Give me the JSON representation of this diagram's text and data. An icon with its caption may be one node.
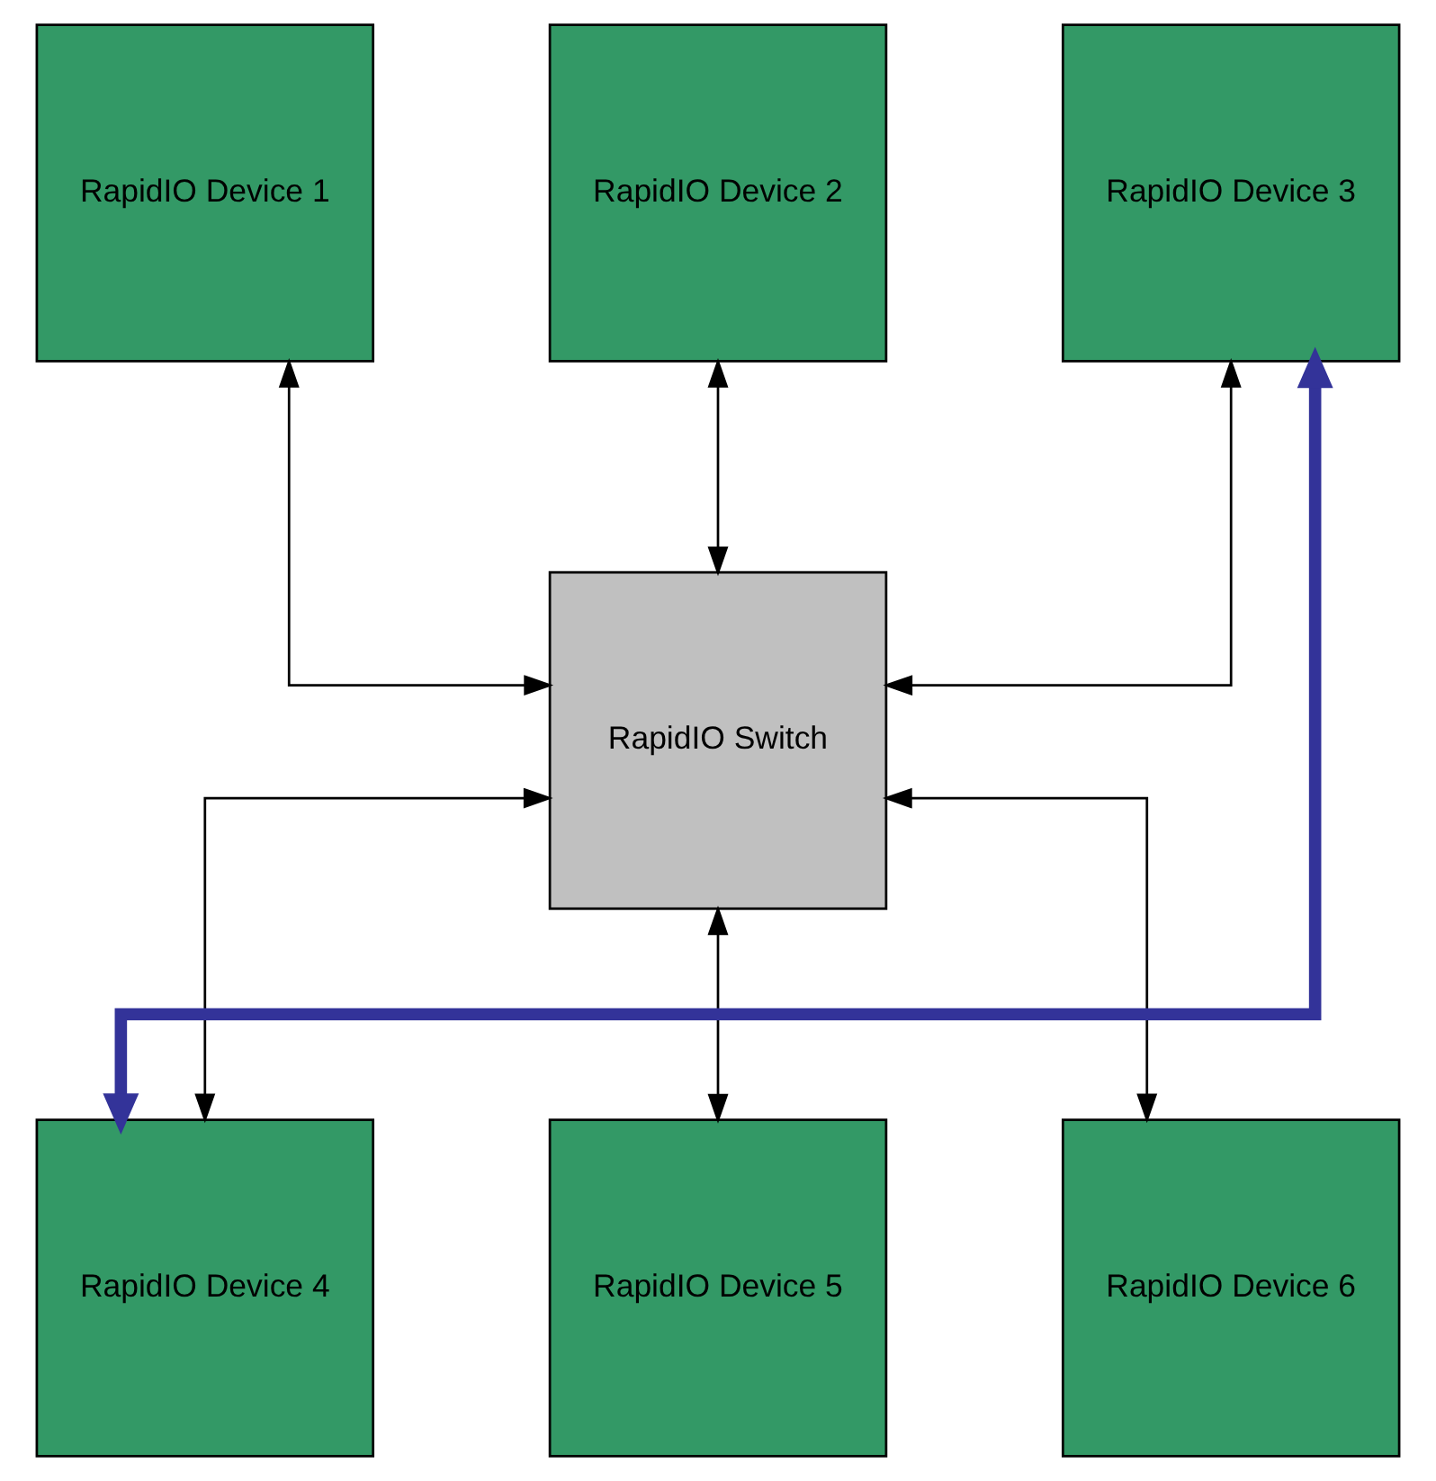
{
  "diagram": {
    "nodes": [
      {
        "text": [
          "RapidIO Device 1"
        ]
      },
      {
        "text": [
          "RapidIO Device 2"
        ]
      },
      {
        "text": [
          "RapidIO Device 3"
        ]
      },
      {
        "text": [
          "RapidIO Switch"
        ]
      },
      {
        "text": [
          "RapidIO Device 4"
        ]
      },
      {
        "text": [
          "RapidIO Device 5"
        ]
      },
      {
        "text": [
          "RapidIO Device 6"
        ]
      }
    ],
    "edges": [
      {
        "from": 0,
        "to": 3,
        "arrow": "both"
      },
      {
        "from": 1,
        "to": 3,
        "arrow": "both"
      },
      {
        "from": 2,
        "to": 3,
        "arrow": "both"
      },
      {
        "from": 3,
        "to": 4,
        "arrow": "both"
      },
      {
        "from": 3,
        "to": 5,
        "arrow": "both"
      },
      {
        "from": 3,
        "to": 6,
        "arrow": "both"
      },
      {
        "from": 4,
        "to": 2,
        "arrow": "both",
        "style": "thick",
        "color": "#333399"
      }
    ]
  }
}
